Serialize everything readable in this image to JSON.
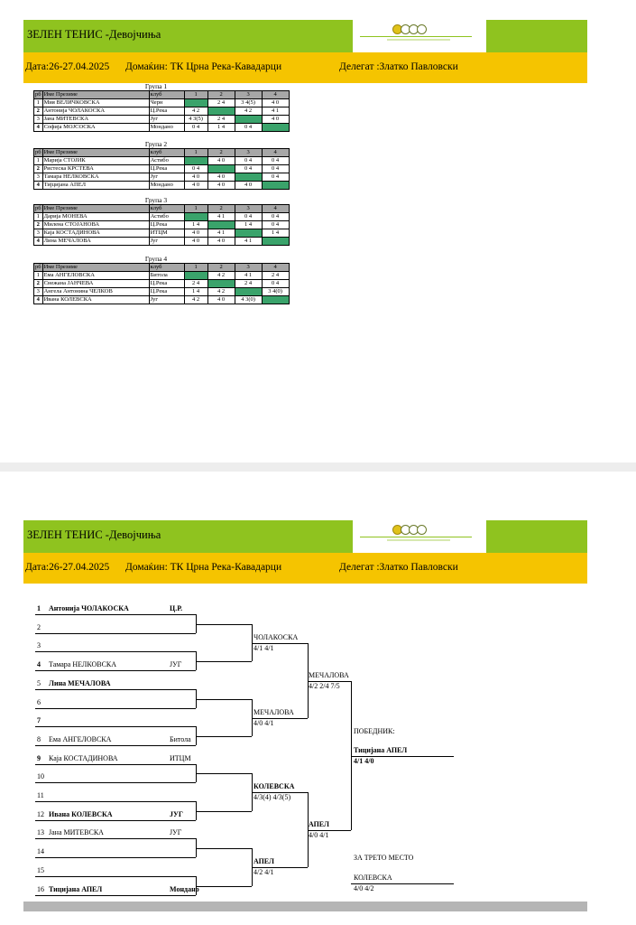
{
  "header": {
    "title": "ЗЕЛЕН ТЕНИС  -Девојчиња",
    "date": "Дата:26-27.04.2025",
    "host": "Домаќин: ТК Црна Река-Кавадарци",
    "delegate": "Делегат :Златко Павловски"
  },
  "table_headers": {
    "rb": "рб",
    "name": "Име Презиме",
    "club": "клуб",
    "c1": "1",
    "c2": "2",
    "c3": "3",
    "c4": "4"
  },
  "groups": [
    {
      "title": "Група 1",
      "rows": [
        {
          "rb": "1",
          "name": "Мия ВЕЛИЧКОВСКА",
          "club": "Черн",
          "r1": "",
          "r2": "2 4",
          "r3": "3 4(5)",
          "r4": "4 0"
        },
        {
          "rb": "2",
          "name": "Антонија ЧОЛАКОСКА",
          "club": "Ц.Река",
          "r1": "4 2",
          "r2": "",
          "r3": "4 2",
          "r4": "4 1"
        },
        {
          "rb": "3",
          "name": "Јана МИТЕВСКА",
          "club": "Југ",
          "r1": "4 3(5)",
          "r2": "2 4",
          "r3": "",
          "r4": "4 0"
        },
        {
          "rb": "4",
          "name": "Софија МОЈСОСКА",
          "club": "Мондано",
          "r1": "0 4",
          "r2": "1 4",
          "r3": "0 4",
          "r4": ""
        }
      ]
    },
    {
      "title": "Група 2",
      "rows": [
        {
          "rb": "1",
          "name": "Марија СТОЈИК",
          "club": "Астибо",
          "r1": "",
          "r2": "4 0",
          "r3": "0 4",
          "r4": "0 4"
        },
        {
          "rb": "2",
          "name": "Ристеска КРСТЕВА",
          "club": "Ц.Река",
          "r1": "0 4",
          "r2": "",
          "r3": "0 4",
          "r4": "0 4"
        },
        {
          "rb": "3",
          "name": "Тамара НЕЛКОВСКА",
          "club": "Југ",
          "r1": "4 0",
          "r2": "4 0",
          "r3": "",
          "r4": "0 4"
        },
        {
          "rb": "4",
          "name": "Тијцијана АПЕЛ",
          "club": "Мондано",
          "r1": "4 0",
          "r2": "4 0",
          "r3": "4 0",
          "r4": ""
        }
      ]
    },
    {
      "title": "Група 3",
      "rows": [
        {
          "rb": "1",
          "name": "Дарија МОНЕВА",
          "club": "Астибо",
          "r1": "",
          "r2": "4 1",
          "r3": "0 4",
          "r4": "0 4"
        },
        {
          "rb": "2",
          "name": "Милена СТОЈАНОВА",
          "club": "Ц.Река",
          "r1": "1 4",
          "r2": "",
          "r3": "1 4",
          "r4": "0 4"
        },
        {
          "rb": "3",
          "name": "Каја КОСТАДИНОВА",
          "club": "ИТЦМ",
          "r1": "4 0",
          "r2": "4 1",
          "r3": "",
          "r4": "1 4"
        },
        {
          "rb": "4",
          "name": "Лина МЕЧАЛОВА",
          "club": "Југ",
          "r1": "4 0",
          "r2": "4 0",
          "r3": "4 1",
          "r4": ""
        }
      ]
    },
    {
      "title": "Група 4",
      "rows": [
        {
          "rb": "1",
          "name": "Ема АНГЕЛОВСКА",
          "club": "Битола",
          "r1": "",
          "r2": "4 2",
          "r3": "4 1",
          "r4": "2 4"
        },
        {
          "rb": "2",
          "name": "Снежана ЈАНЧЕВА",
          "club": "Ц.Река",
          "r1": "2 4",
          "r2": "",
          "r3": "2 4",
          "r4": "0 4"
        },
        {
          "rb": "3",
          "name": "Ангела Антонина ЧЕЛКОВ",
          "club": "Ц.Река",
          "r1": "1 4",
          "r2": "4 2",
          "r3": "",
          "r4": "3 4(0)"
        },
        {
          "rb": "4",
          "name": "Ивана КОЛЕВСКА",
          "club": "Југ",
          "r1": "4 2",
          "r2": "4 0",
          "r3": "4 3(0)",
          "r4": ""
        }
      ]
    }
  ],
  "bracket": {
    "draw": [
      {
        "num": "1",
        "name": "Антонија ЧОЛАКОСКА",
        "club": "Ц.Р.",
        "bold": true,
        "numbold": true
      },
      {
        "num": "2",
        "name": "",
        "club": "",
        "bold": false,
        "numbold": false
      },
      {
        "num": "3",
        "name": "",
        "club": "",
        "bold": false,
        "numbold": false
      },
      {
        "num": "4",
        "name": "Тамара НЕЛКОВСКА",
        "club": "ЈУГ",
        "bold": false,
        "numbold": true
      },
      {
        "num": "5",
        "name": "Лина МЕЧАЛОВА",
        "club": "",
        "bold": true,
        "numbold": false
      },
      {
        "num": "6",
        "name": "",
        "club": "",
        "bold": false,
        "numbold": false
      },
      {
        "num": "7",
        "name": "",
        "club": "",
        "bold": false,
        "numbold": true
      },
      {
        "num": "8",
        "name": "Ема АНГЕЛОВСКА",
        "club": "Битола",
        "bold": false,
        "numbold": false
      },
      {
        "num": "9",
        "name": "Каја КОСТАДИНОВА",
        "club": "ИТЦМ",
        "bold": false,
        "numbold": true
      },
      {
        "num": "10",
        "name": "",
        "club": "",
        "bold": false,
        "numbold": false
      },
      {
        "num": "11",
        "name": "",
        "club": "",
        "bold": false,
        "numbold": false
      },
      {
        "num": "12",
        "name": "Ивана КОЛЕВСКА",
        "club": "ЈУГ",
        "bold": true,
        "numbold": false
      },
      {
        "num": "13",
        "name": "Јана МИТЕВСКА",
        "club": "ЈУГ",
        "bold": false,
        "numbold": false
      },
      {
        "num": "14",
        "name": "",
        "club": "",
        "bold": false,
        "numbold": false
      },
      {
        "num": "15",
        "name": "",
        "club": "",
        "bold": false,
        "numbold": false
      },
      {
        "num": "16",
        "name": "Тицијана АПЕЛ",
        "club": "Мондано",
        "bold": true,
        "numbold": false
      }
    ],
    "round2": [
      {
        "name": "ЧОЛАКОСКА",
        "score": "4/1 4/1",
        "bold": false
      },
      {
        "name": "МЕЧАЛОВА",
        "score": "4/0 4/1",
        "bold": false
      },
      {
        "name": "КОЛЕВСКА",
        "score": "4/3(4) 4/3(5)",
        "bold": true
      },
      {
        "name": "АПЕЛ",
        "score": "4/2 4/1",
        "bold": true
      }
    ],
    "semis": [
      {
        "name": "МЕЧАЛОВА",
        "score": "4/2 2/4 7/5",
        "bold": false
      },
      {
        "name": "АПЕЛ",
        "score": "4/0 4/1",
        "bold": true
      }
    ],
    "winner_label": "ПОБЕДНИК:",
    "winner": {
      "name": "Тицијана АПЕЛ",
      "score": "4/1 4/0"
    },
    "third_label": "ЗА ТРЕТО МЕСТО",
    "third": {
      "name": "КОЛЕВСКА",
      "score": "4/0 4/2"
    }
  }
}
